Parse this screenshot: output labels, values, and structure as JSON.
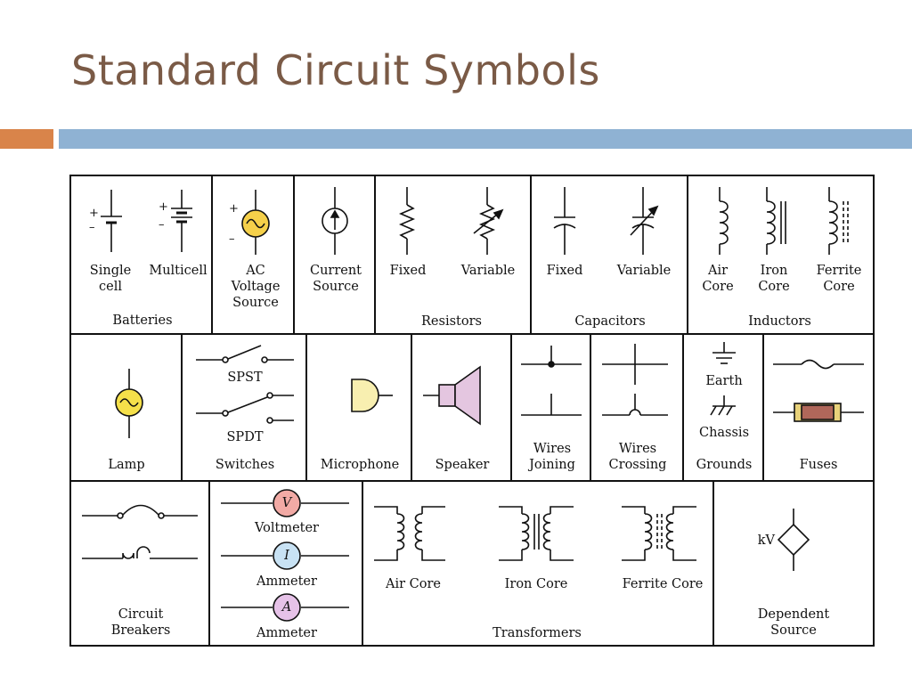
{
  "title": "Standard Circuit Symbols",
  "rows": {
    "r1": {
      "batteries": {
        "group": "Batteries",
        "single": "Single\ncell",
        "multi": "Multicell"
      },
      "ac_source": {
        "label": "AC\nVoltage\nSource"
      },
      "current_source": {
        "label": "Current\nSource"
      },
      "resistors": {
        "group": "Resistors",
        "fixed": "Fixed",
        "variable": "Variable"
      },
      "capacitors": {
        "group": "Capacitors",
        "fixed": "Fixed",
        "variable": "Variable"
      },
      "inductors": {
        "group": "Inductors",
        "air": "Air\nCore",
        "iron": "Iron\nCore",
        "ferrite": "Ferrite\nCore"
      }
    },
    "r2": {
      "lamp": "Lamp",
      "switches": {
        "group": "Switches",
        "spst": "SPST",
        "spdt": "SPDT"
      },
      "microphone": "Microphone",
      "speaker": "Speaker",
      "wires_joining": "Wires\nJoining",
      "wires_crossing": "Wires\nCrossing",
      "grounds": {
        "group": "Grounds",
        "earth": "Earth",
        "chassis": "Chassis"
      },
      "fuses": "Fuses"
    },
    "r3": {
      "breakers": "Circuit\nBreakers",
      "meters": {
        "voltmeter": "Voltmeter",
        "ammeter1": "Ammeter",
        "ammeter2": "Ammeter",
        "v": "V",
        "i": "I",
        "a": "A"
      },
      "transformers": {
        "group": "Transformers",
        "air": "Air Core",
        "iron": "Iron Core",
        "ferrite": "Ferrite Core"
      },
      "dependent": {
        "label": "Dependent\nSource",
        "kv": "kV"
      }
    }
  },
  "colors": {
    "title": "#7a5a46",
    "accent_orange": "#d9844a",
    "accent_blue": "#8fb2d3",
    "lamp_fill": "#f5e04a",
    "ac_fill": "#f5d04a",
    "speaker_fill": "#e4c6e0",
    "mic_fill": "#f8efb0",
    "voltmeter_fill": "#f2aaa5",
    "ammeter_i_fill": "#c8e2f4",
    "ammeter_a_fill": "#e6c2e8",
    "fuse_body": "#b0675a",
    "fuse_band": "#e8d27a"
  }
}
